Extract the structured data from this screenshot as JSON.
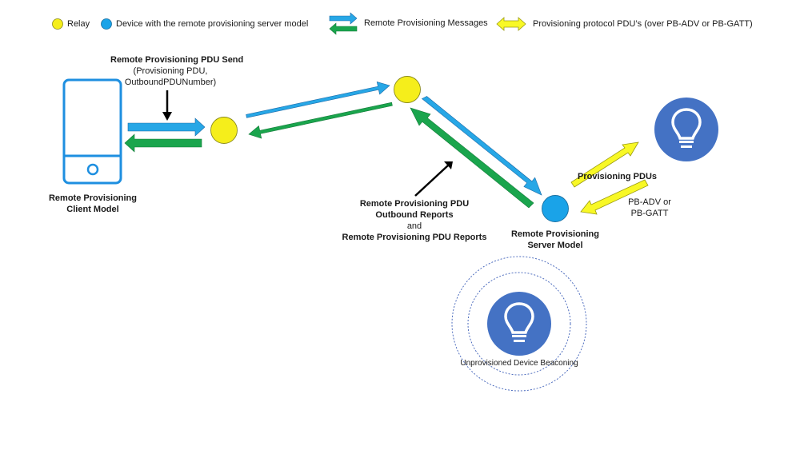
{
  "legend": {
    "relay_label": "Relay",
    "device_label": "Device with the remote provisioning server model",
    "messages_label": "Remote Provisioning Messages",
    "pdus_label": "Provisioning protocol PDU’s (over PB-ADV or PB-GATT)"
  },
  "client": {
    "title_line1": "Remote Provisioning",
    "title_line2": "Client Model"
  },
  "send_annotation": {
    "title": "Remote Provisioning PDU Send",
    "line2": "(Provisioning PDU,",
    "line3": "OutboundPDUNumber)"
  },
  "reports_annotation": {
    "line1": "Remote Provisioning PDU",
    "line2": "Outbound Reports",
    "line3": "and",
    "line4": "Remote Provisioning PDU Reports"
  },
  "server": {
    "title_line1": "Remote Provisioning",
    "title_line2": "Server Model"
  },
  "pdu_annotation": {
    "title": "Provisioning PDUs",
    "bearer_line1": "PB-ADV or",
    "bearer_line2": "PB-GATT"
  },
  "beacon": {
    "label": "Unprovisioned Device Beaconing"
  },
  "colors": {
    "relay": "#f5ee1b",
    "server": "#1aa3e8",
    "blue_arrow": "#27a7e6",
    "green_arrow": "#1aa54d",
    "yellow_arrow": "#f8f826",
    "device_icon": "#4472c4",
    "phone": "#1e8fe0"
  }
}
